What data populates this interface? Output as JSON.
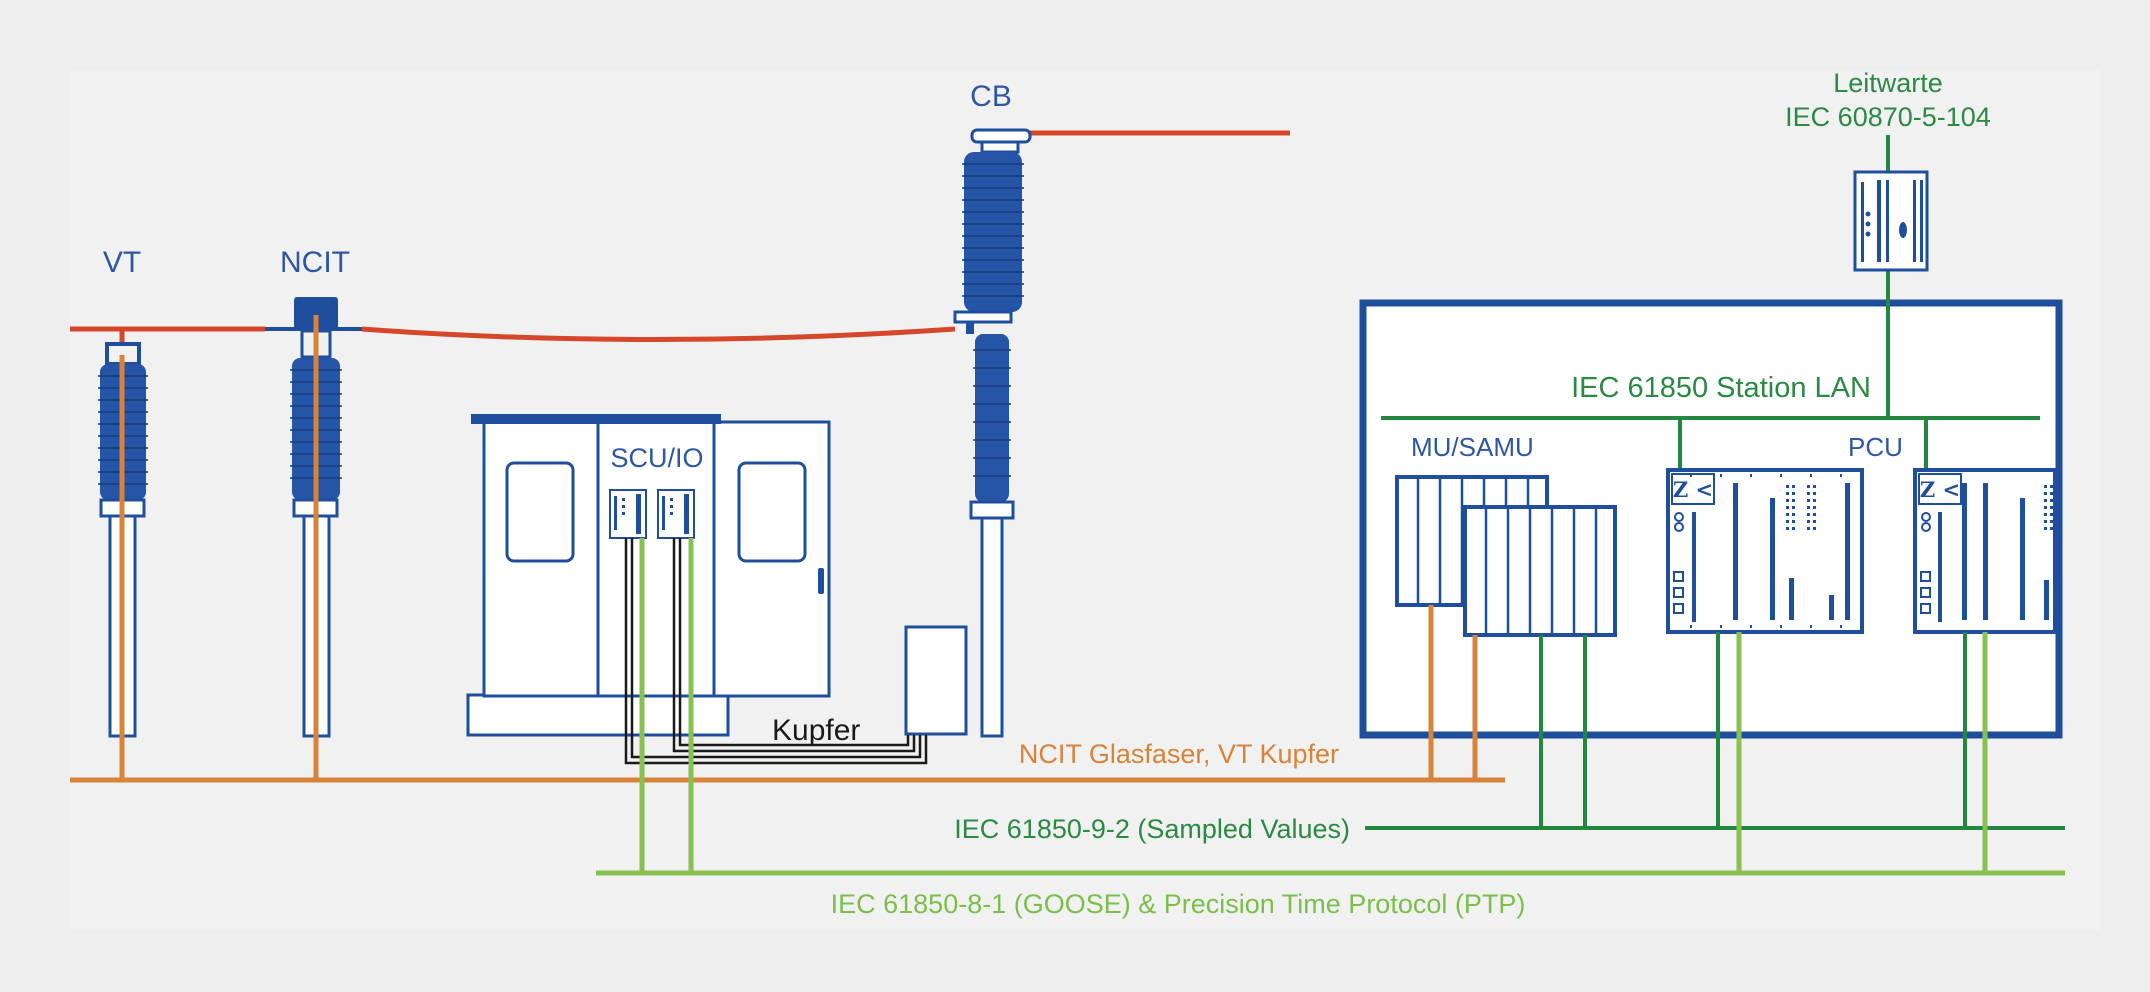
{
  "labels": {
    "vt": "VT",
    "ncit": "NCIT",
    "cb": "CB",
    "scu_io": "SCU/IO",
    "kupfer": "Kupfer",
    "control_center_line1": "Leitwarte",
    "control_center_line2": "IEC 60870-5-104",
    "station_lan": "IEC 61850 Station LAN",
    "mu_samu": "MU/SAMU",
    "pcu": "PCU",
    "relay_symbol": "Z <",
    "bus_orange": "NCIT Glasfaser, VT Kupfer",
    "bus_sampled_values": "IEC 61850-9-2 (Sampled Values)",
    "bus_goose_ptp": "IEC 61850-8-1 (GOOSE) & Precision Time Protocol (PTP)"
  },
  "colors": {
    "background": "#eeeeee",
    "panel": "#f0f0f0",
    "equipment_blue": "#1f4e9c",
    "hv_line_red": "#d5472b",
    "fiber_orange": "#d8833a",
    "iec_dark_green": "#23873f",
    "iec_light_green": "#86c152",
    "copper_black": "#1a1a1a"
  }
}
